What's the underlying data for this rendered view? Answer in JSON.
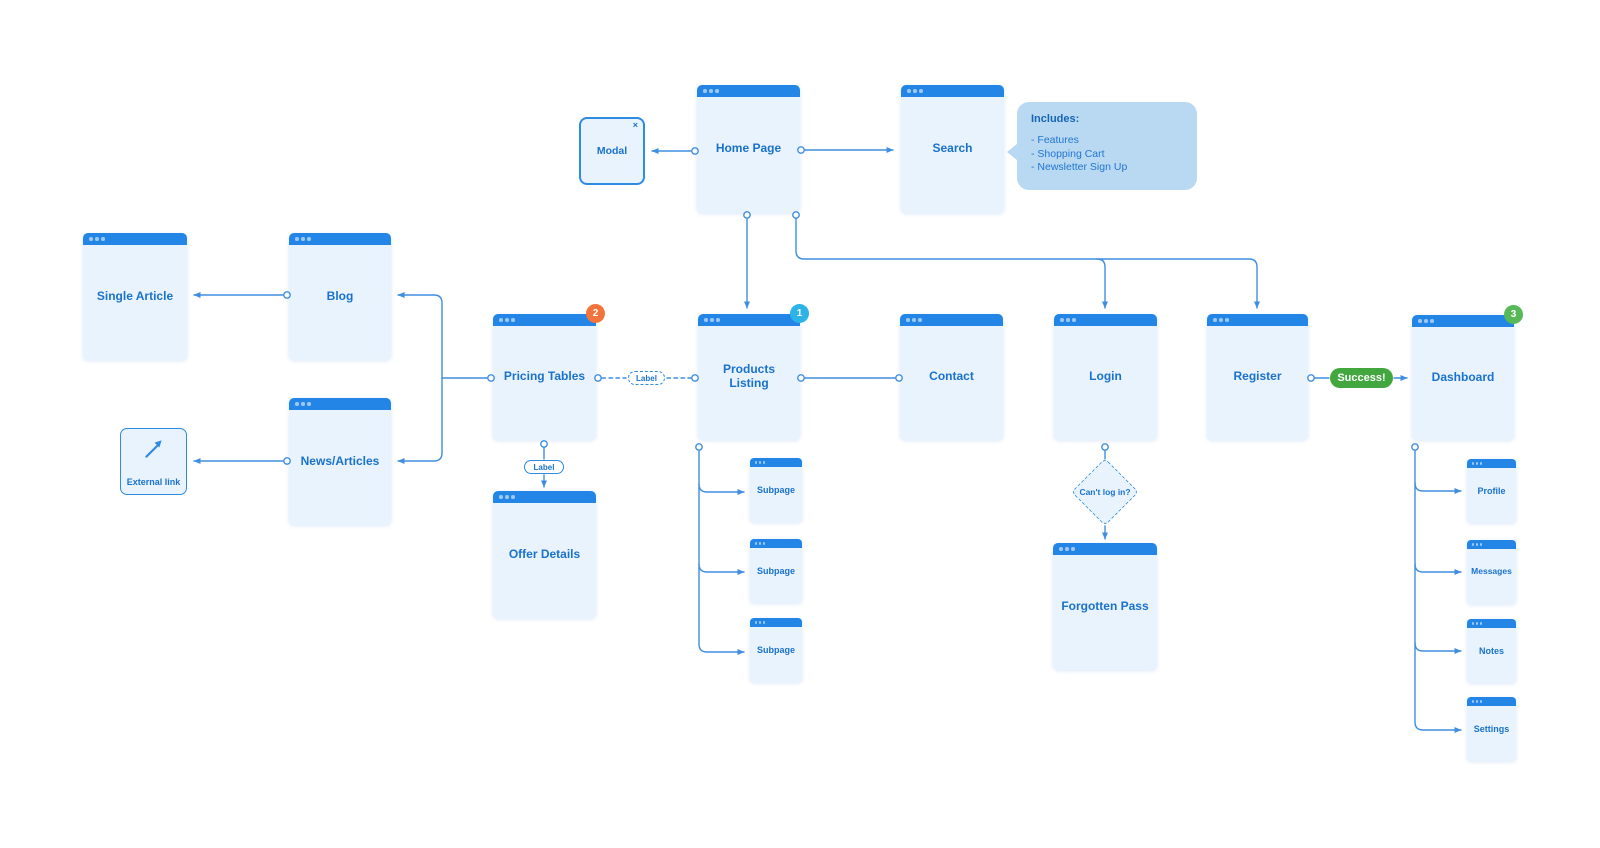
{
  "diagram": {
    "type": "website-sitemap-flowchart",
    "background": "#ffffff"
  },
  "colors": {
    "titlebar_blue": "#2385e6",
    "box_body": "#e8f3fd",
    "label_text": "#1a72cc",
    "connector": "#3f8ee0",
    "badge_orange": "#f2743c",
    "badge_blue": "#2cb3e8",
    "badge_green": "#57b857",
    "success_green": "#41a73e",
    "tooltip_bg": "#b9d8f1"
  },
  "pages": {
    "modal": {
      "label": "Modal",
      "close_icon": "×"
    },
    "home": {
      "label": "Home Page"
    },
    "search": {
      "label": "Search"
    },
    "single_article": {
      "label": "Single Article"
    },
    "blog": {
      "label": "Blog"
    },
    "news": {
      "label": "News/Articles"
    },
    "external_link": {
      "label": "External link"
    },
    "pricing": {
      "label": "Pricing Tables",
      "badge": "2"
    },
    "products": {
      "label": "Products Listing",
      "badge": "1"
    },
    "contact": {
      "label": "Contact"
    },
    "login": {
      "label": "Login"
    },
    "register": {
      "label": "Register"
    },
    "dashboard": {
      "label": "Dashboard",
      "badge": "3"
    },
    "offer": {
      "label": "Offer Details"
    },
    "subpage1": {
      "label": "Subpage"
    },
    "subpage2": {
      "label": "Subpage"
    },
    "subpage3": {
      "label": "Subpage"
    },
    "forgotten": {
      "label": "Forgotten Pass"
    },
    "profile": {
      "label": "Profile"
    },
    "messages": {
      "label": "Messages"
    },
    "notes": {
      "label": "Notes"
    },
    "settings": {
      "label": "Settings"
    }
  },
  "annotations": {
    "tooltip": {
      "title": "Includes:",
      "items": [
        "- Features",
        "- Shopping Cart",
        "- Newsletter Sign Up"
      ]
    },
    "decision": {
      "label": "Can't log in?"
    },
    "edge_label_dashed": "Label",
    "edge_label_solid": "Label",
    "success": "Success!"
  },
  "edges": [
    {
      "from": "home",
      "to": "modal"
    },
    {
      "from": "home",
      "to": "search"
    },
    {
      "from": "home",
      "to": "products"
    },
    {
      "from": "home",
      "to": "login"
    },
    {
      "from": "home",
      "to": "register"
    },
    {
      "from": "blog",
      "to": "single_article"
    },
    {
      "from": "pricing",
      "to": "blog"
    },
    {
      "from": "pricing",
      "to": "news"
    },
    {
      "from": "news",
      "to": "external_link"
    },
    {
      "from": "pricing",
      "to": "products",
      "style": "dashed",
      "label": "Label"
    },
    {
      "from": "products",
      "to": "contact"
    },
    {
      "from": "pricing",
      "to": "offer",
      "label": "Label"
    },
    {
      "from": "products",
      "to": "subpage1"
    },
    {
      "from": "products",
      "to": "subpage2"
    },
    {
      "from": "products",
      "to": "subpage3"
    },
    {
      "from": "login",
      "to": "forgotten",
      "via": "Can't log in?"
    },
    {
      "from": "register",
      "to": "dashboard",
      "label": "Success!"
    },
    {
      "from": "dashboard",
      "to": "profile"
    },
    {
      "from": "dashboard",
      "to": "messages"
    },
    {
      "from": "dashboard",
      "to": "notes"
    },
    {
      "from": "dashboard",
      "to": "settings"
    }
  ]
}
